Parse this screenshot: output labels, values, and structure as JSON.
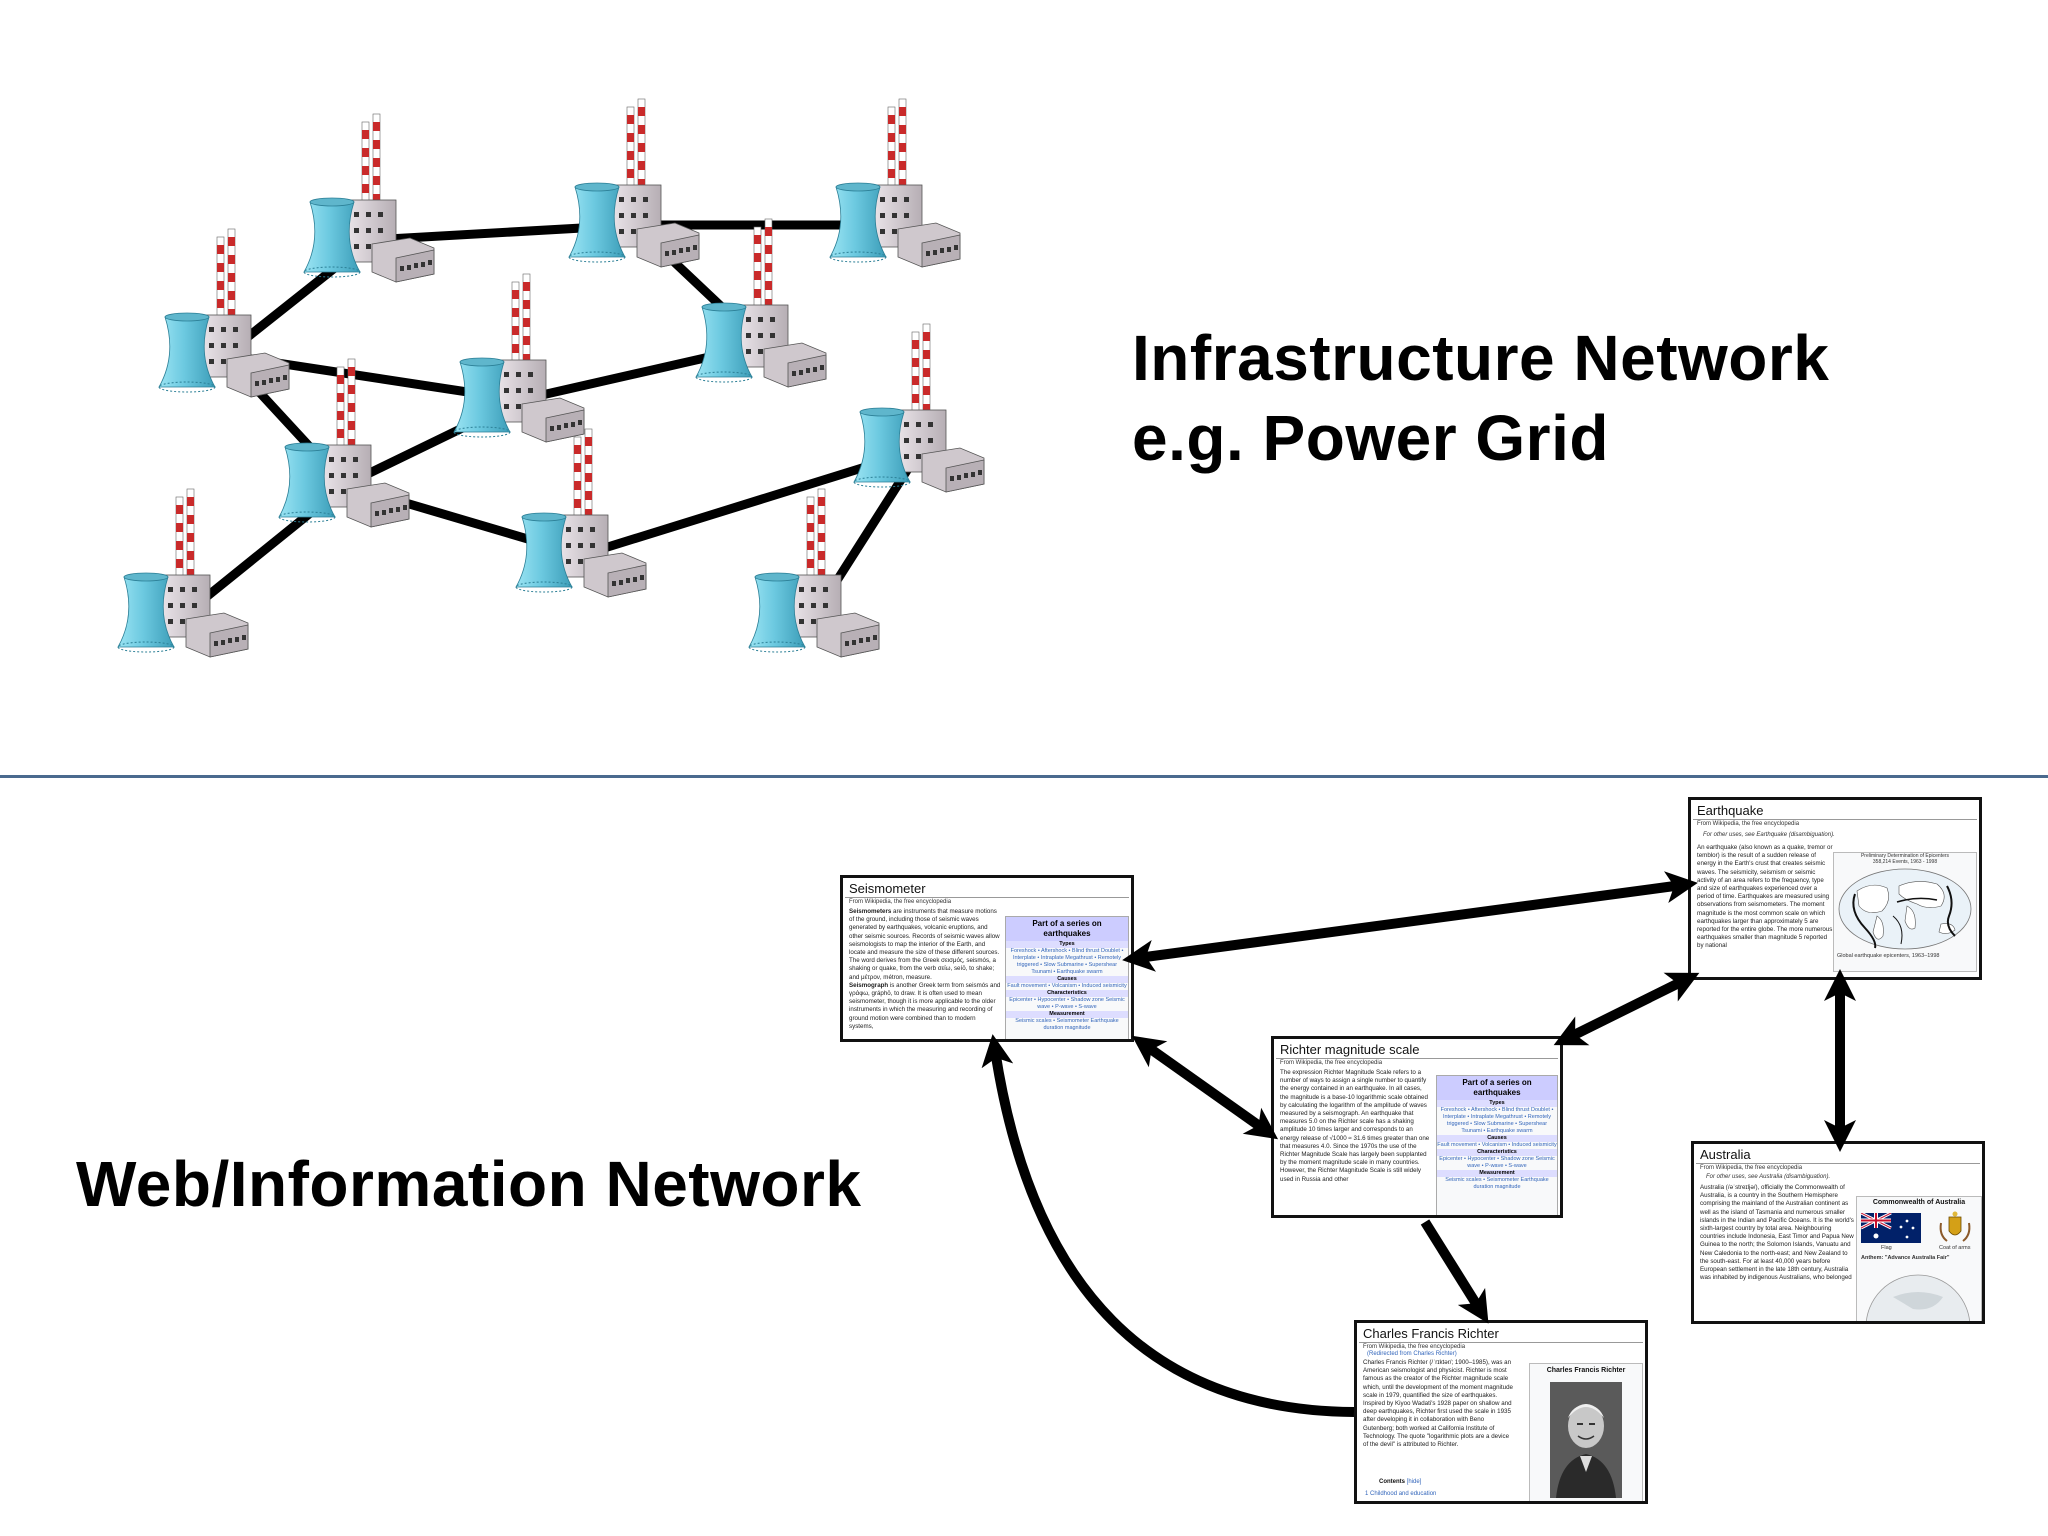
{
  "infrastructure": {
    "title_line1": "Infrastructure Network",
    "title_line2": "e.g. Power Grid",
    "colors": {
      "cooling_tower": "#7fd3e8",
      "chimney_red": "#c92a2a",
      "building": "#d9d3d8",
      "edge": "#000000"
    }
  },
  "web": {
    "title": "Web/Information Network",
    "pages": {
      "seismometer": {
        "title": "Seismometer",
        "subtitle": "From Wikipedia, the free encyclopedia",
        "para1_bold": "Seismometers",
        "para1": "are instruments that measure motions of the ground, including those of seismic waves generated by earthquakes, volcanic eruptions, and other seismic sources. Records of seismic waves allow seismologists to map the interior of the Earth, and locate and measure the size of these different sources.",
        "para2": "The word derives from the Greek σεισμός, seismós, a shaking or quake, from the verb σείω, seíō, to shake; and μέτρον, métron, measure.",
        "para3_bold": "Seismograph",
        "para3": "is another Greek term from seismós and γράφω, gráphō, to draw. It is often used to mean seismometer, though it is more applicable to the older instruments in which the measuring and recording of ground motion were combined than to modern systems,",
        "box_title": "Part of a series on earthquakes",
        "box_types": "Types",
        "box_types_items": "Foreshock • Aftershock • Blind thrust Doublet • Interplate • Intraplate Megathrust • Remotely triggered • Slow Submarine • Supershear Tsunami • Earthquake swarm",
        "box_causes": "Causes",
        "box_causes_items": "Fault movement • Volcanism • Induced seismicity",
        "box_char": "Characteristics",
        "box_char_items": "Epicenter • Hypocenter • Shadow zone Seismic wave • P-wave • S-wave",
        "box_meas": "Measurement",
        "box_meas_items": "Seismic scales • Seismometer Earthquake duration magnitude"
      },
      "earthquake": {
        "title": "Earthquake",
        "subtitle": "From Wikipedia, the free encyclopedia",
        "note": "For other uses, see Earthquake (disambiguation).",
        "body": "An earthquake (also known as a quake, tremor or temblor) is the result of a sudden release of energy in the Earth's crust that creates seismic waves. The seismicity, seismism or seismic activity of an area refers to the frequency, type and size of earthquakes experienced over a period of time. Earthquakes are measured using observations from seismometers. The moment magnitude is the most common scale on which earthquakes larger than approximately 5 are reported for the entire globe. The more numerous earthquakes smaller than magnitude 5 reported by national",
        "map_title": "Preliminary Determination of Epicenters",
        "map_subtitle": "358,214 Events, 1963 - 1998",
        "caption": "Global earthquake epicenters, 1963–1998"
      },
      "richter": {
        "title": "Richter magnitude scale",
        "subtitle": "From Wikipedia, the free encyclopedia",
        "body": "The expression Richter Magnitude Scale refers to a number of ways to assign a single number to quantify the energy contained in an earthquake. In all cases, the magnitude is a base-10 logarithmic scale obtained by calculating the logarithm of the amplitude of waves measured by a seismograph. An earthquake that measures 5.0 on the Richter scale has a shaking amplitude 10 times larger and corresponds to an energy release of √1000 ≈ 31.6 times greater than one that measures 4.0. Since the 1970s the use of the Richter Magnitude Scale has largely been supplanted by the moment magnitude scale in many countries. However, the Richter Magnitude Scale is still widely used in Russia and other",
        "box_title": "Part of a series on earthquakes",
        "box_types": "Types",
        "box_types_items": "Foreshock • Aftershock • Blind thrust Doublet • Interplate • Intraplate Megathrust • Remotely triggered • Slow Submarine • Supershear Tsunami • Earthquake swarm",
        "box_causes": "Causes",
        "box_causes_items": "Fault movement • Volcanism • Induced seismicity",
        "box_char": "Characteristics",
        "box_char_items": "Epicenter • Hypocenter • Shadow zone Seismic wave • P-wave • S-wave",
        "box_meas": "Measurement",
        "box_meas_items": "Seismic scales • Seismometer Earthquake duration magnitude"
      },
      "australia": {
        "title": "Australia",
        "subtitle": "From Wikipedia, the free encyclopedia",
        "note": "For other uses, see Australia (disambiguation).",
        "body": "Australia (/əˈstreɪljə/), officially the Commonwealth of Australia, is a country in the Southern Hemisphere comprising the mainland of the Australian continent as well as the island of Tasmania and numerous smaller islands in the Indian and Pacific Oceans. It is the world's sixth-largest country by total area. Neighbouring countries include Indonesia, East Timor and Papua New Guinea to the north; the Solomon Islands, Vanuatu and New Caledonia to the north-east; and New Zealand to the south-east. For at least 40,000 years before European settlement in the late 18th century, Australia was inhabited by indigenous Australians, who belonged",
        "box_title": "Commonwealth of Australia",
        "flag_caption": "Flag",
        "coat_caption": "Coat of arms",
        "anthem": "Anthem: \"Advance Australia Fair\""
      },
      "charles": {
        "title": "Charles Francis Richter",
        "subtitle": "From Wikipedia, the free encyclopedia",
        "redirect": "(Redirected from Charles Richter)",
        "body": "Charles Francis Richter (/ˈrɪktər/; 1900–1985), was an American seismologist and physicist. Richter is most famous as the creator of the Richter magnitude scale which, until the development of the moment magnitude scale in 1979, quantified the size of earthquakes. Inspired by Kiyoo Wadati's 1928 paper on shallow and deep earthquakes, Richter first used the scale in 1935 after developing it in collaboration with Beno Gutenberg; both worked at California Institute of Technology. The quote \"logarithmic plots are a device of the devil\" is attributed to Richter.",
        "box_title": "Charles Francis Richter",
        "contents": "Contents",
        "hide": "[hide]",
        "toc1": "1 Childhood and education"
      }
    }
  }
}
